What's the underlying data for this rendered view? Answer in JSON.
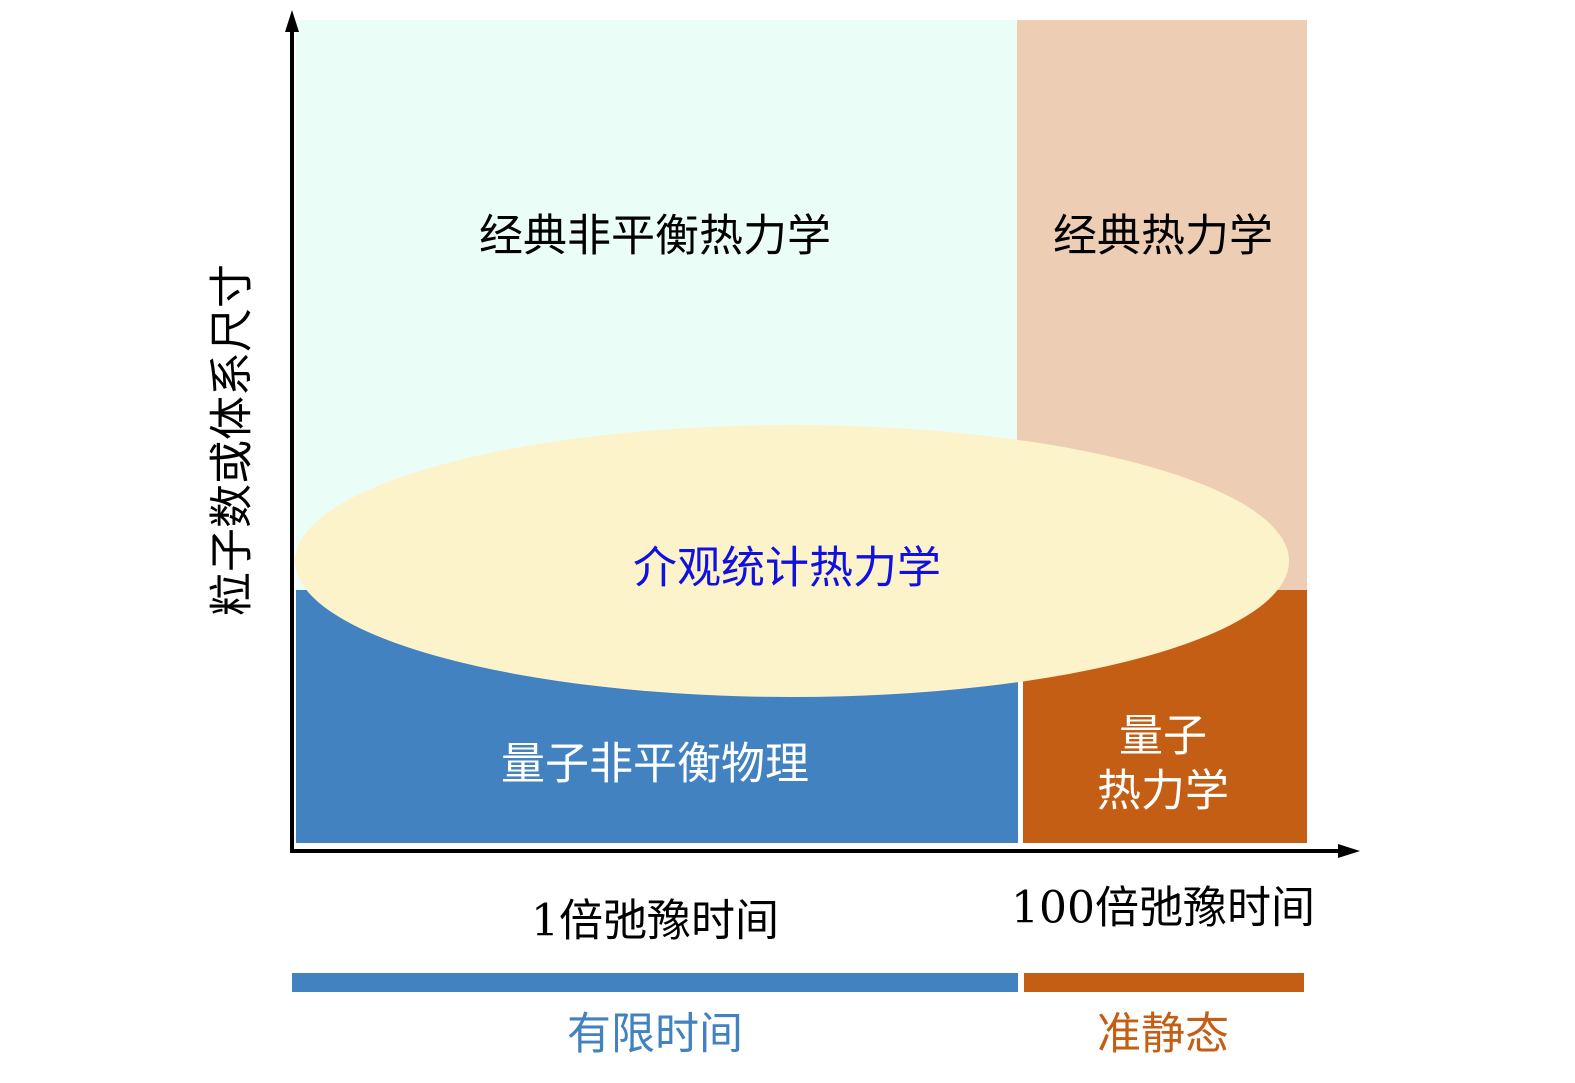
{
  "regions": {
    "classical_noneq": {
      "label": "经典非平衡热力学",
      "color": "#eafdf6"
    },
    "classical": {
      "label": "经典热力学",
      "color": "#eecdb5"
    },
    "quantum_noneq": {
      "label": "量子非平衡物理",
      "color": "#4282c0"
    },
    "quantum_thermo": {
      "line1": "量子",
      "line2": "热力学",
      "color": "#c55e15"
    },
    "mesoscopic": {
      "label": "介观统计热力学",
      "color": "#fdf3cb",
      "text_color": "#1010e0"
    }
  },
  "axes": {
    "y_label": "粒子数或体系尺寸",
    "x_tick_1": "1倍弛豫时间",
    "x_tick_2": "100倍弛豫时间"
  },
  "bars": {
    "finite": {
      "label": "有限时间",
      "color": "#4282c0"
    },
    "quasistatic": {
      "label": "准静态",
      "color": "#c55e15"
    }
  }
}
